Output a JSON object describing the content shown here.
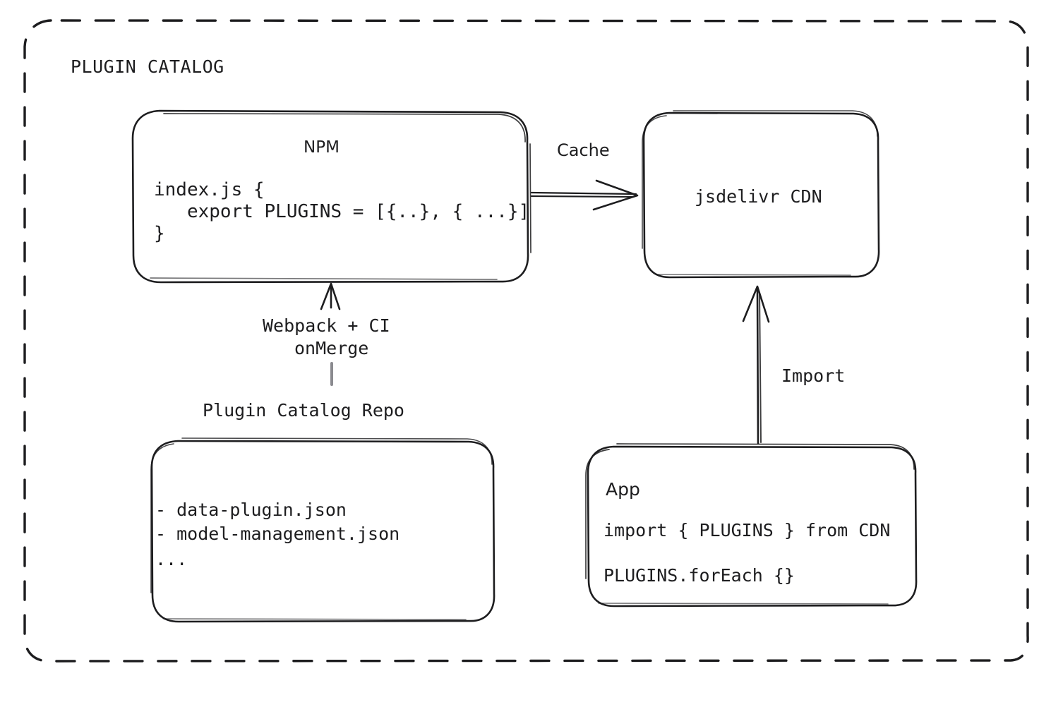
{
  "diagram": {
    "group_title": "PLUGIN CATALOG",
    "background_color": "#ffffff",
    "stroke_color": "#1d1d1f",
    "text_color": "#1d1d1f"
  },
  "nodes": {
    "npm": {
      "title": "NPM",
      "code": [
        "index.js {",
        "   export PLUGINS = [{..}, { ...}]",
        "}"
      ]
    },
    "cdn": {
      "title": "jsdelivr CDN"
    },
    "repo": {
      "caption": "Plugin Catalog Repo",
      "lines": [
        "- data-plugin.json",
        "- model-management.json",
        "..."
      ]
    },
    "app": {
      "title": "App",
      "code": [
        "import { PLUGINS } from CDN",
        "PLUGINS.forEach {}"
      ]
    }
  },
  "edges": {
    "cache": {
      "label": "Cache"
    },
    "import": {
      "label": "Import"
    },
    "build": {
      "label_line1": "Webpack + CI",
      "label_line2": "onMerge"
    }
  }
}
